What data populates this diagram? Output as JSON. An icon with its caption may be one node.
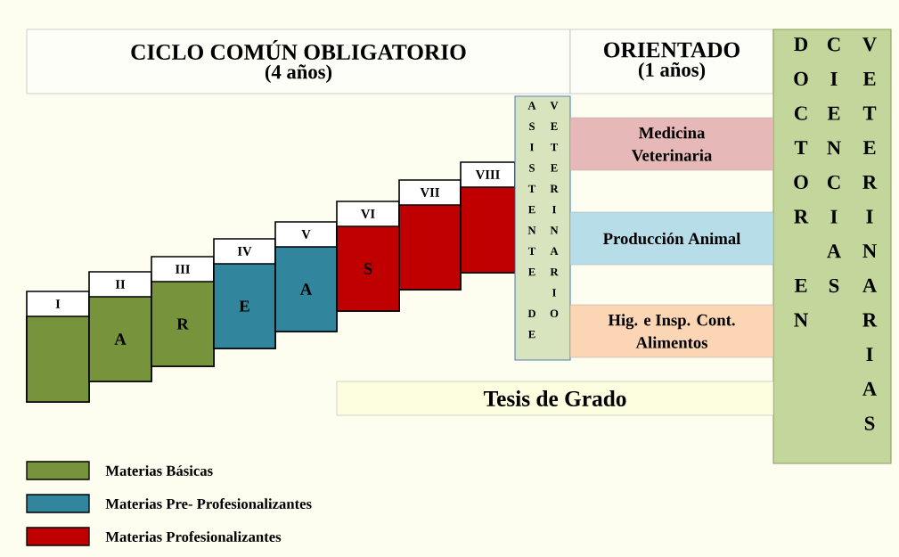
{
  "diagram": {
    "nodes": [
      {
        "text": [
          "CICLO COMÚN OBLIGATORIO",
          "(4 años)"
        ]
      },
      {
        "text": [
          "ORIENTADO",
          "(1 años)"
        ]
      },
      {
        "text": [
          "I"
        ]
      },
      {
        "text": [
          "II",
          "A"
        ]
      },
      {
        "text": [
          "III",
          "R"
        ]
      },
      {
        "text": [
          "IV",
          "E"
        ]
      },
      {
        "text": [
          "V",
          "A"
        ]
      },
      {
        "text": [
          "VI",
          "S"
        ]
      },
      {
        "text": [
          "VII"
        ]
      },
      {
        "text": [
          "VIII"
        ]
      },
      {
        "text": [
          "ASISTENTE DE",
          "VETERINARIO"
        ]
      },
      {
        "text": [
          "DOCTOR EN",
          "CIENCIAS",
          "VETERINARIAS"
        ]
      },
      {
        "text": [
          "Medicina Veterinaria"
        ]
      },
      {
        "text": [
          "Producción Animal"
        ]
      },
      {
        "text": [
          "Hig. e Insp. Cont. Alimentos"
        ]
      },
      {
        "text": [
          "Tesis de Grado"
        ]
      }
    ],
    "legend": [
      {
        "text": "Materias Básicas",
        "color": "#77933c"
      },
      {
        "text": "Materias  Pre- Profesionalizantes",
        "color": "#31859c"
      },
      {
        "text": "Materias  Profesionalizantes",
        "color": "#c00000"
      }
    ]
  }
}
